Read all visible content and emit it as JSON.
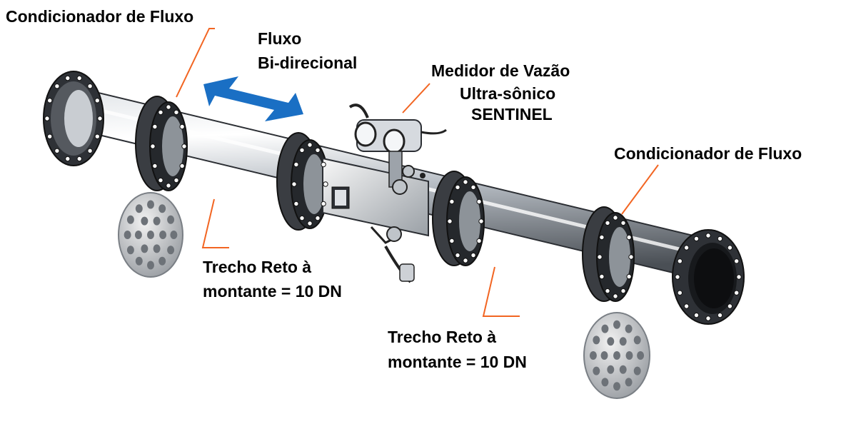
{
  "labels": {
    "conditioner_left": "Condicionador de Fluxo",
    "flow_line1": "Fluxo",
    "flow_line2": "Bi-direcional",
    "meter_line1": "Medidor de Vazão",
    "meter_line2": "Ultra-sônico",
    "meter_line3": "SENTINEL",
    "conditioner_right": "Condicionador de Fluxo",
    "straight_left_line1": "Trecho Reto à",
    "straight_left_line2": "montante = 10 DN",
    "straight_right_line1": "Trecho Reto à",
    "straight_right_line2": "montante = 10 DN"
  },
  "colors": {
    "leader": "#f26522",
    "arrow": "#1a6fc4",
    "pipe_light": "#f2f4f6",
    "pipe_mid": "#b9bfc6",
    "pipe_dark": "#4a4f55",
    "flange": "#3a3d42",
    "flange_face": "#15171a"
  }
}
